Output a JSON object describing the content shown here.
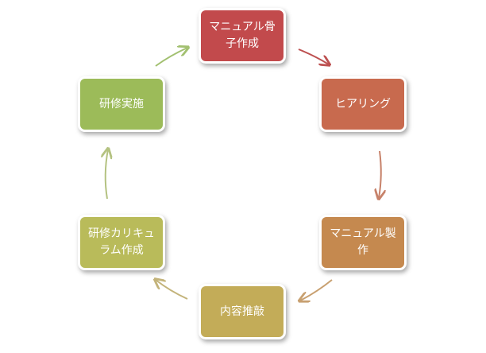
{
  "steps": [
    {
      "label": "マニュアル骨子作成",
      "color": "#c24a4c"
    },
    {
      "label": "ヒアリング",
      "color": "#c86a4e"
    },
    {
      "label": "マニュアル製作",
      "color": "#c5894f"
    },
    {
      "label": "内容推敲",
      "color": "#c3ac58"
    },
    {
      "label": "研修カリキュラム作成",
      "color": "#b9bb5a"
    },
    {
      "label": "研修実施",
      "color": "#9cbb59"
    }
  ],
  "arrow_colors": [
    "#bd5050",
    "#c7826a",
    "#c8a070",
    "#c3b37a",
    "#b4c281",
    "#a2c070"
  ]
}
